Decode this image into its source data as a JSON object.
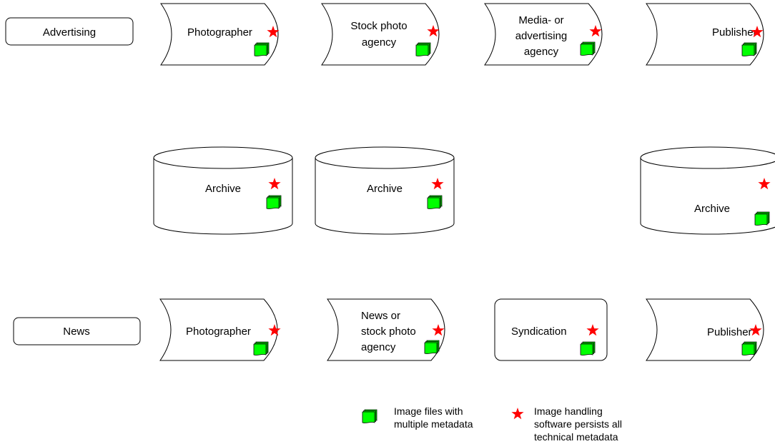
{
  "colors": {
    "star": "#ff0000",
    "file_fill": "#00ff00",
    "stroke": "#000000"
  },
  "icons": {
    "star": "star-icon",
    "file": "image-files-icon"
  },
  "rows": {
    "advertising": {
      "category": "Advertising",
      "nodes": [
        {
          "id": "adv-photographer",
          "lines": [
            "Photographer"
          ]
        },
        {
          "id": "adv-stock-photo-agency",
          "lines": [
            "Stock photo",
            "agency"
          ]
        },
        {
          "id": "adv-media-agency",
          "lines": [
            "Media- or",
            "advertising",
            "agency"
          ]
        },
        {
          "id": "adv-publisher",
          "lines": [
            "Publisher"
          ]
        }
      ]
    },
    "archives": {
      "nodes": [
        {
          "id": "archive-photographer",
          "lines": [
            "Archive"
          ]
        },
        {
          "id": "archive-agency",
          "lines": [
            "Archive"
          ]
        },
        {
          "id": "archive-publisher",
          "lines": [
            "Archive"
          ]
        }
      ]
    },
    "news": {
      "category": "News",
      "nodes": [
        {
          "id": "news-photographer",
          "lines": [
            "Photographer"
          ]
        },
        {
          "id": "news-agency",
          "lines": [
            "News or",
            "stock photo",
            "agency"
          ]
        },
        {
          "id": "news-syndication",
          "lines": [
            "Syndication"
          ]
        },
        {
          "id": "news-publisher",
          "lines": [
            "Publisher"
          ]
        }
      ]
    }
  },
  "legend": {
    "files": [
      "Image files with",
      "multiple metadata"
    ],
    "star": [
      "Image handling",
      "software persists all",
      "technical metadata"
    ]
  }
}
